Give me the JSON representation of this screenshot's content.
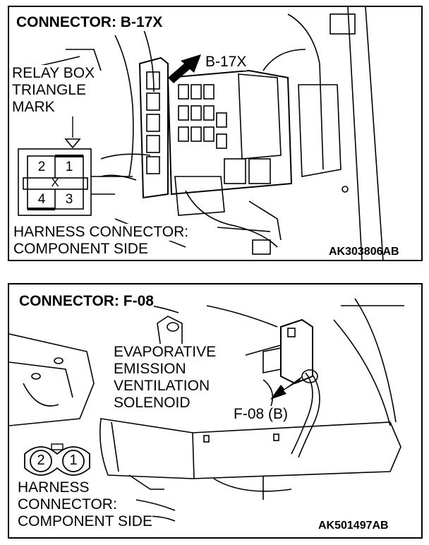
{
  "top_panel": {
    "title": "CONNECTOR: B-17X",
    "relay_label_lines": [
      "RELAY BOX",
      "TRIANGLE",
      "MARK"
    ],
    "callout": "B-17X",
    "connector_pins": [
      "2",
      "1",
      "X",
      "4",
      "3"
    ],
    "side_label_lines": [
      "HARNESS CONNECTOR:",
      "COMPONENT SIDE"
    ],
    "code": "AK303806AB"
  },
  "bottom_panel": {
    "title": "CONNECTOR: F-08",
    "part_label_lines": [
      "EVAPORATIVE",
      "EMISSION",
      "VENTILATION",
      "SOLENOID"
    ],
    "callout": "F-08 (B)",
    "connector_pins": [
      "2",
      "1"
    ],
    "side_label_lines": [
      "HARNESS",
      "CONNECTOR:",
      "COMPONENT SIDE"
    ],
    "code": "AK501497AB"
  }
}
